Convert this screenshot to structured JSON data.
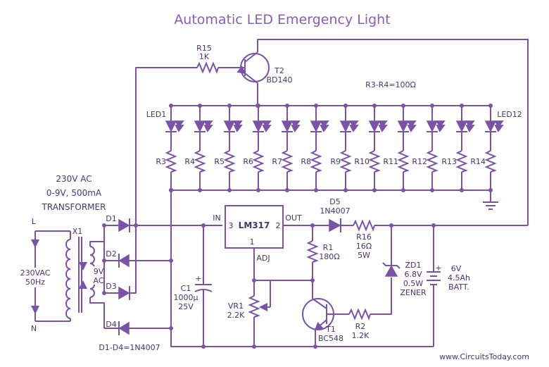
{
  "title": "Automatic LED Emergency Light",
  "watermark": "www.CircuitsToday.com",
  "accent_color": "#7b52a8",
  "transformer": {
    "line1": "230V AC",
    "line2": "0-9V, 500mA",
    "line3": "TRANSFORMER",
    "ref": "X1",
    "primary_line1": "230VAC",
    "primary_line2": "50Hz",
    "secondary_line1": "9V",
    "secondary_line2": "AC",
    "terminal_l": "L",
    "terminal_n": "N"
  },
  "diodes": {
    "d1": "D1",
    "d2": "D2",
    "d3": "D3",
    "d4": "D4",
    "note": "D1-D4=1N4007"
  },
  "capacitor": {
    "ref": "C1",
    "value": "1000μ",
    "voltage": "25V"
  },
  "regulator": {
    "name": "LM317",
    "in_label": "IN",
    "out_label": "OUT",
    "adj_label": "ADJ",
    "pin_in": "3",
    "pin_out": "2",
    "pin_adj": "1"
  },
  "d5": {
    "ref": "D5",
    "value": "1N4007"
  },
  "r16": {
    "ref": "R16",
    "value": "16Ω",
    "power": "5W"
  },
  "r1": {
    "ref": "R1",
    "value": "180Ω"
  },
  "vr1": {
    "ref": "VR1",
    "value": "2.2K"
  },
  "t1": {
    "ref": "T1",
    "value": "BC548"
  },
  "r2": {
    "ref": "R2",
    "value": "1.2K"
  },
  "zd1": {
    "ref": "ZD1",
    "value": "6.8V",
    "power": "0.5W",
    "type": "ZENER"
  },
  "battery": {
    "voltage": "6V",
    "capacity": "4.5Ah",
    "label": "BATT."
  },
  "r15": {
    "ref": "R15",
    "value": "1K"
  },
  "t2": {
    "ref": "T2",
    "value": "BD140"
  },
  "resistor_note": "R3-R4=100Ω",
  "led_first": "LED1",
  "led_last": "LED12",
  "led_resistors": [
    "R3",
    "R4",
    "R5",
    "R6",
    "R7",
    "R8",
    "R9",
    "R10",
    "R11",
    "R12",
    "R13",
    "R14"
  ]
}
